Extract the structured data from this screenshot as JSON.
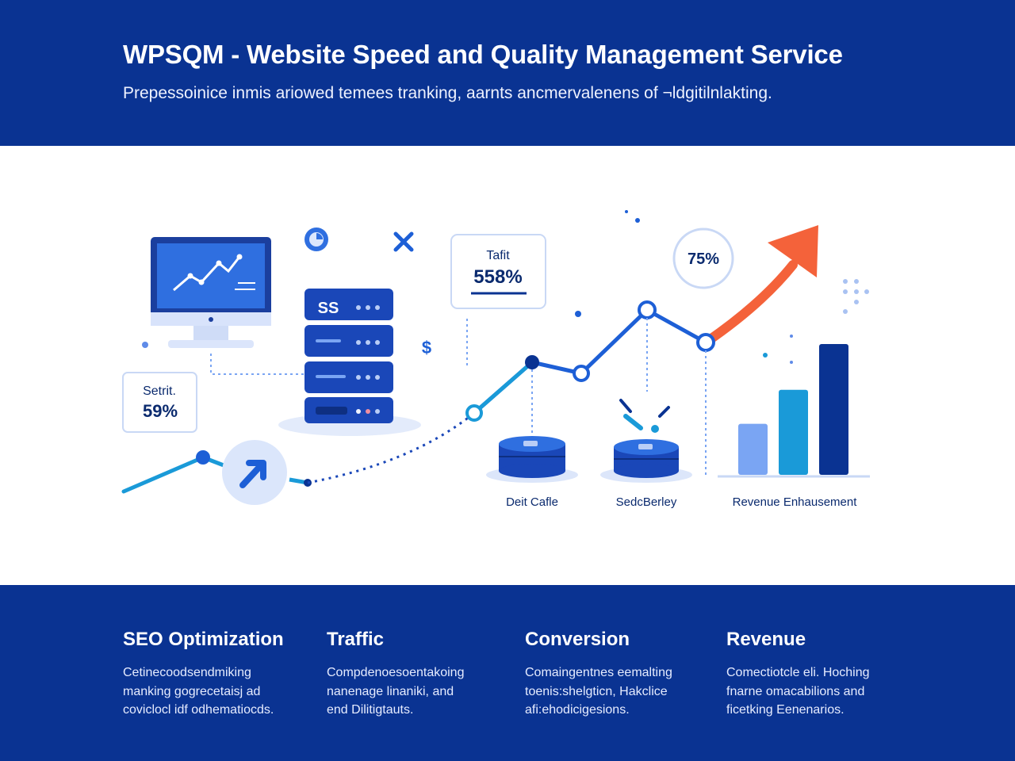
{
  "header": {
    "title": "WPSQM - Website Speed and Quality Management Service",
    "subtitle": "Prepessoinice inmis ariowed temees tranking, aarnts ancmervalenens of ¬ldgitilnlakting."
  },
  "illustration": {
    "speed_box": {
      "label": "Setrit.",
      "value": "59%"
    },
    "traffic_box": {
      "label": "Tafit",
      "value": "558%"
    },
    "circle_badge": {
      "value": "75%"
    },
    "dollar_symbol": "$",
    "server_label": "SS",
    "database_labels": [
      "Deit Cafle",
      "SedcBerley"
    ],
    "revenue_label": "Revenue Enhausement",
    "bars": [
      0.39,
      0.65,
      1.0
    ],
    "colors": {
      "primary": "#0a3392",
      "secondary": "#1d5fd6",
      "accent": "#1a9ad8",
      "light": "#7aa5f3",
      "arrow": "#f4623a"
    }
  },
  "footer": {
    "columns": [
      {
        "title": "SEO Optimization",
        "lines": [
          "Cetinecoodsendmiking",
          "manking gogrecetaisj ad",
          "coviclocl idf odhematiocds."
        ]
      },
      {
        "title": "Traffic",
        "lines": [
          "Compdenoesoentakoing",
          "nanenage linaniki, and",
          "end Dilitigtauts."
        ]
      },
      {
        "title": "Conversion",
        "lines": [
          "Comaingentnes eemalting",
          "toenis:shelgticn, Hakclice",
          "afi:ehodicigesions."
        ]
      },
      {
        "title": "Revenue",
        "lines": [
          "Comectiotcle eli. Hoching",
          "fnarne omacabilions and",
          "ficetking Eenenarios."
        ]
      }
    ]
  }
}
